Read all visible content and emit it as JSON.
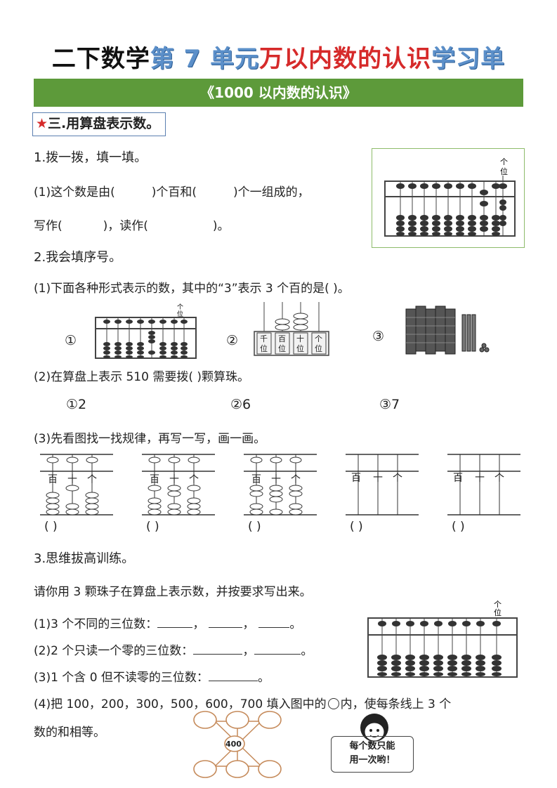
{
  "title": {
    "part1": "二下数学",
    "part2": "第 7 单元",
    "part3": "万以内数的认识",
    "part4": "学习单"
  },
  "banner": "《1000 以内数的认识》",
  "section": {
    "star": "★",
    "label": "三.用算盘表示数。"
  },
  "q1": {
    "heading": "1.拨一拨，填一填。",
    "line1_a": "(1)这个数是由(",
    "line1_b": ")个百和(",
    "line1_c": ")个一组成的，",
    "line2_a": "写作(",
    "line2_b": ")，读作(",
    "line2_c": ")。",
    "abacus_label": "个\n位"
  },
  "q2": {
    "heading": "2.我会填序号。",
    "sub1": "(1)下面各种形式表示的数，其中的“3”表示 3 个百的是(        )。",
    "sub1_opts": [
      "①",
      "②",
      "③"
    ],
    "place_labels": [
      "千\n位",
      "百\n位",
      "十\n位",
      "个\n位"
    ],
    "sub2": "(2)在算盘上表示 510 需要拨(     )颗算珠。",
    "sub2_opts": [
      "①2",
      "②6",
      "③7"
    ],
    "sub3": "(3)先看图找一找规律，再写一写，画一画。",
    "col_labels": [
      "百",
      "十",
      "个"
    ],
    "parens": [
      "(       )",
      "(       )",
      "(       )",
      "(       )",
      "(       )"
    ]
  },
  "q3": {
    "heading": "3.思维拔高训练。",
    "intro": "请你用 3 颗珠子在算盘上表示数，并按要求写出来。",
    "item1": "(1)3 个不同的三位数：",
    "item2": "(2)2 个只读一个零的三位数：",
    "item3": "(3)1 个含 0 但不读零的三位数：",
    "item4_a": "(4)把 100，200，300，500，600，700 填入图中的",
    "item4_b": "内，使每条线上 3 个",
    "item4_c": "数的和相等。",
    "center_value": "400",
    "speech": "每个数只能\n用一次哟！",
    "sep": "，",
    "end": "。"
  }
}
